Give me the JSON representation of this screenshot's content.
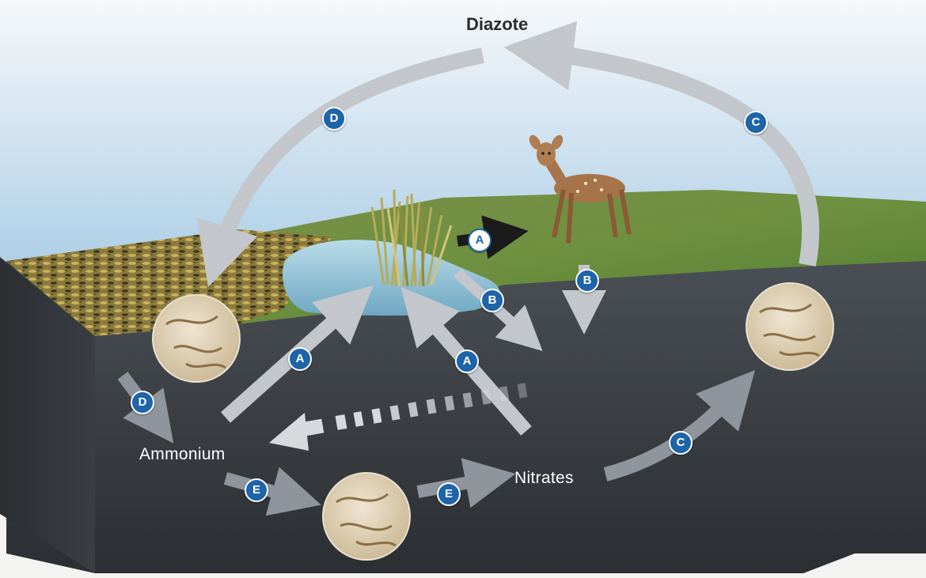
{
  "labels": {
    "diazote": "Diazote",
    "ammonium": "Ammonium",
    "nitrates": "Nitrates"
  },
  "badges": {
    "a1": "A",
    "a2": "A",
    "a3": "A",
    "b1": "B",
    "b2": "B",
    "c1": "C",
    "c2": "C",
    "d1": "D",
    "d2": "D",
    "e1": "E",
    "e2": "E"
  },
  "colors": {
    "badge": "#1e64a8",
    "arrow": "#c3c7cc",
    "soil": "#2f3236",
    "grass": "#5f8a3a",
    "water": "#8fc2d6",
    "sky": "#a9cde6"
  },
  "icons": [
    "bacteria-colony-icon",
    "deer-illustration",
    "reeds-illustration"
  ]
}
